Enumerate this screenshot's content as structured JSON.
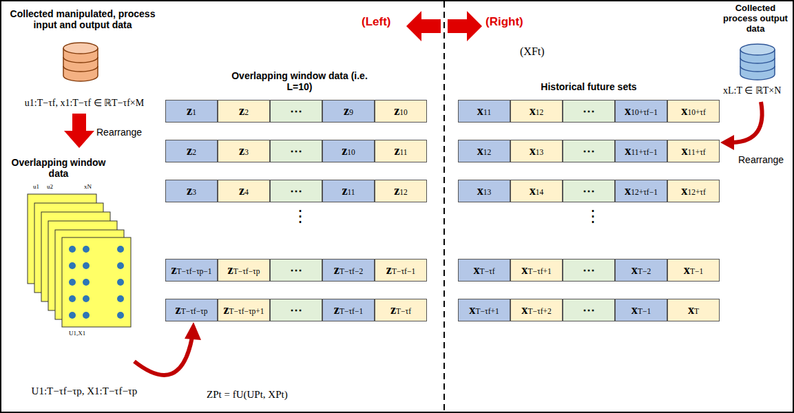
{
  "diagram": {
    "nodes": [
      {
        "text": [
          "z1"
        ]
      },
      {
        "text": [
          "z2"
        ]
      },
      {
        "text": [
          "⋯"
        ]
      },
      {
        "text": [
          "z9"
        ]
      },
      {
        "text": [
          "z10"
        ]
      },
      {
        "text": [
          "z2"
        ]
      },
      {
        "text": [
          "z3"
        ]
      },
      {
        "text": [
          "⋯"
        ]
      },
      {
        "text": [
          "z10"
        ]
      },
      {
        "text": [
          "z11"
        ]
      },
      {
        "text": [
          "z3"
        ]
      },
      {
        "text": [
          "z4"
        ]
      },
      {
        "text": [
          "⋯"
        ]
      },
      {
        "text": [
          "z11"
        ]
      },
      {
        "text": [
          "z12"
        ]
      },
      {
        "text": [
          "zT−τf−τp−1"
        ]
      },
      {
        "text": [
          "zT−τf−τp"
        ]
      },
      {
        "text": [
          "⋯"
        ]
      },
      {
        "text": [
          "zT−τf−2"
        ]
      },
      {
        "text": [
          "zT−τf−1"
        ]
      },
      {
        "text": [
          "zT−τf−τp"
        ]
      },
      {
        "text": [
          "zT−τf−τp+1"
        ]
      },
      {
        "text": [
          "⋯"
        ]
      },
      {
        "text": [
          "zT−τf−1"
        ]
      },
      {
        "text": [
          "zT−τf"
        ]
      },
      {
        "text": [
          "x11"
        ]
      },
      {
        "text": [
          "x12"
        ]
      },
      {
        "text": [
          "⋯"
        ]
      },
      {
        "text": [
          "x10+τf−1"
        ]
      },
      {
        "text": [
          "x10+τf"
        ]
      },
      {
        "text": [
          "x12"
        ]
      },
      {
        "text": [
          "x13"
        ]
      },
      {
        "text": [
          "⋯"
        ]
      },
      {
        "text": [
          "x11+τf−1"
        ]
      },
      {
        "text": [
          "x11+τf"
        ]
      },
      {
        "text": [
          "x13"
        ]
      },
      {
        "text": [
          "x14"
        ]
      },
      {
        "text": [
          "⋯"
        ]
      },
      {
        "text": [
          "x12+τf−1"
        ]
      },
      {
        "text": [
          "x12+τf"
        ]
      },
      {
        "text": [
          "xT−τf"
        ]
      },
      {
        "text": [
          "xT−τf+1"
        ]
      },
      {
        "text": [
          "⋯"
        ]
      },
      {
        "text": [
          "xT−2"
        ]
      },
      {
        "text": [
          "xT−1"
        ]
      },
      {
        "text": [
          "xT−τf+1"
        ]
      },
      {
        "text": [
          "xT−τf+2"
        ]
      },
      {
        "text": [
          "⋯"
        ]
      },
      {
        "text": [
          "xT−1"
        ]
      },
      {
        "text": [
          "xT"
        ]
      }
    ],
    "labels": [
      "Collected manipulated, process input and output data",
      "u1:T−τf, x1:T−τf ∈ ℝT−τf×M",
      "Rearrange",
      "Overlapping window data",
      "u1",
      "u2",
      "xN",
      "U1,X1",
      "U1:T−τf−τp, X1:T−τf−τp",
      "(Left)",
      "(Right)",
      "Overlapping window data (i.e. L=10)",
      "(XFt)",
      "Historical future sets",
      "Collected process output data",
      "xL:T ∈ ℝT×N",
      "Rearrange",
      "ZPt = fU(UPt, XPt)",
      "⋮",
      "⋮"
    ]
  }
}
